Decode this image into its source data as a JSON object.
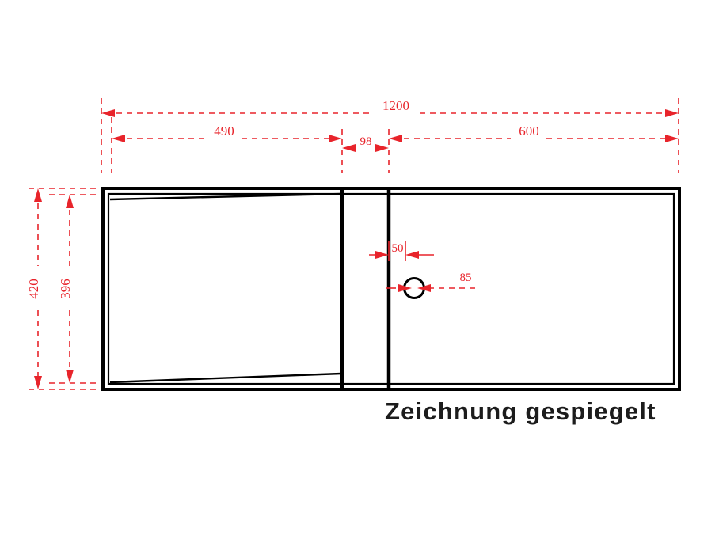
{
  "document": {
    "type": "technical-drawing",
    "title": "Zeichnung gespiegelt",
    "background_color": "#ffffff",
    "outline_color": "#000000",
    "dimension_color": "#e8242b"
  },
  "note": {
    "text": "Zeichnung gespiegelt"
  },
  "dimensions": {
    "overall_width": {
      "label": "1200",
      "orientation": "horizontal",
      "chain": "overall"
    },
    "segment_left": {
      "label": "490",
      "orientation": "horizontal",
      "chain": "sub"
    },
    "segment_middle": {
      "label": "98",
      "orientation": "horizontal",
      "chain": "sub"
    },
    "segment_right": {
      "label": "600",
      "orientation": "horizontal",
      "chain": "sub"
    },
    "overall_height": {
      "label": "420",
      "orientation": "vertical",
      "chain": "overall"
    },
    "inner_height": {
      "label": "396",
      "orientation": "vertical",
      "chain": "sub"
    },
    "detail_offset": {
      "label": "50",
      "orientation": "horizontal",
      "chain": "detail"
    },
    "hole_offset": {
      "label": "85",
      "orientation": "horizontal",
      "chain": "detail"
    }
  },
  "features": {
    "hole": {
      "name": "circular-hole"
    },
    "panel_left": {
      "name": "left-panel"
    },
    "panel_band": {
      "name": "center-band"
    },
    "panel_right": {
      "name": "right-panel"
    }
  }
}
